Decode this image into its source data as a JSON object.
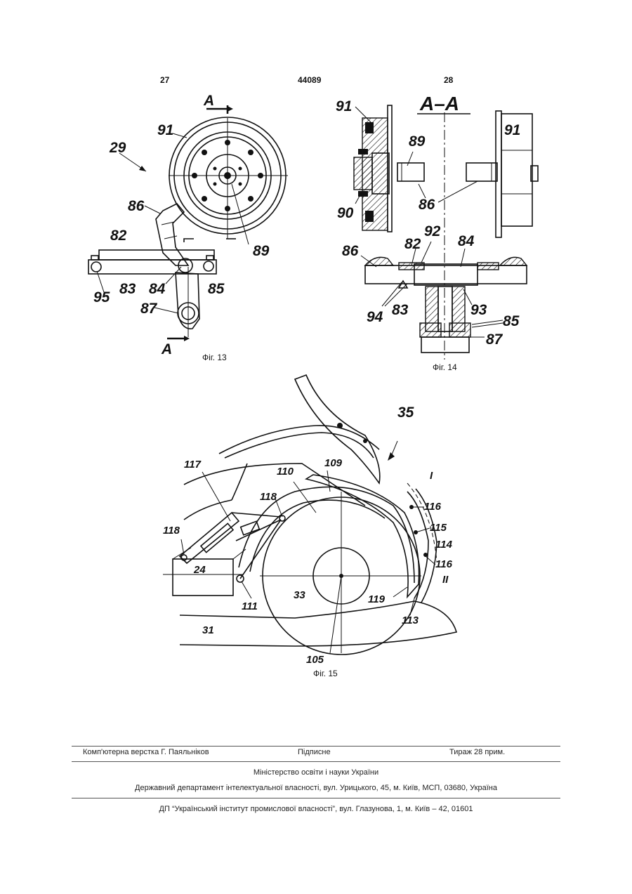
{
  "header": {
    "left_page": "27",
    "patent_no": "44089",
    "right_page": "28"
  },
  "fig13": {
    "caption": "Фіг. 13",
    "section_mark": "А",
    "labels": {
      "l29": "29",
      "l91": "91",
      "l86": "86",
      "l82": "82",
      "l83": "83",
      "l84": "84",
      "l85": "85",
      "l87": "87",
      "l89": "89",
      "l95": "95"
    }
  },
  "fig14": {
    "caption": "Фіг. 14",
    "title": "А–А",
    "labels": {
      "l91a": "91",
      "l91b": "91",
      "l89": "89",
      "l90": "90",
      "l86a": "86",
      "l86b": "86",
      "l92": "92",
      "l82": "82",
      "l84": "84",
      "l94": "94",
      "l83": "83",
      "l93": "93",
      "l85": "85",
      "l87": "87"
    }
  },
  "fig15": {
    "caption": "Фіг. 15",
    "labels": {
      "l35": "35",
      "l117": "117",
      "l110": "110",
      "l109": "109",
      "lI": "I",
      "l118a": "118",
      "l116a": "116",
      "l118b": "118",
      "l115": "115",
      "l114": "114",
      "l116b": "116",
      "l24": "24",
      "lII": "II",
      "l111": "111",
      "l33": "33",
      "l119": "119",
      "l113": "113",
      "l31": "31",
      "l105": "105"
    }
  },
  "footer": {
    "layout": "Комп'ютерна верстка Г. Паяльніков",
    "signed": "Підписне",
    "circulation": "Тираж 28 прим.",
    "ministry": "Міністерство освіти і науки України",
    "department": "Державний департамент інтелектуальної власності, вул. Урицького, 45, м. Київ, МСП, 03680, Україна",
    "institute": "ДП “Український інститут промислової власності”, вул. Глазунова, 1, м. Київ – 42, 01601"
  }
}
